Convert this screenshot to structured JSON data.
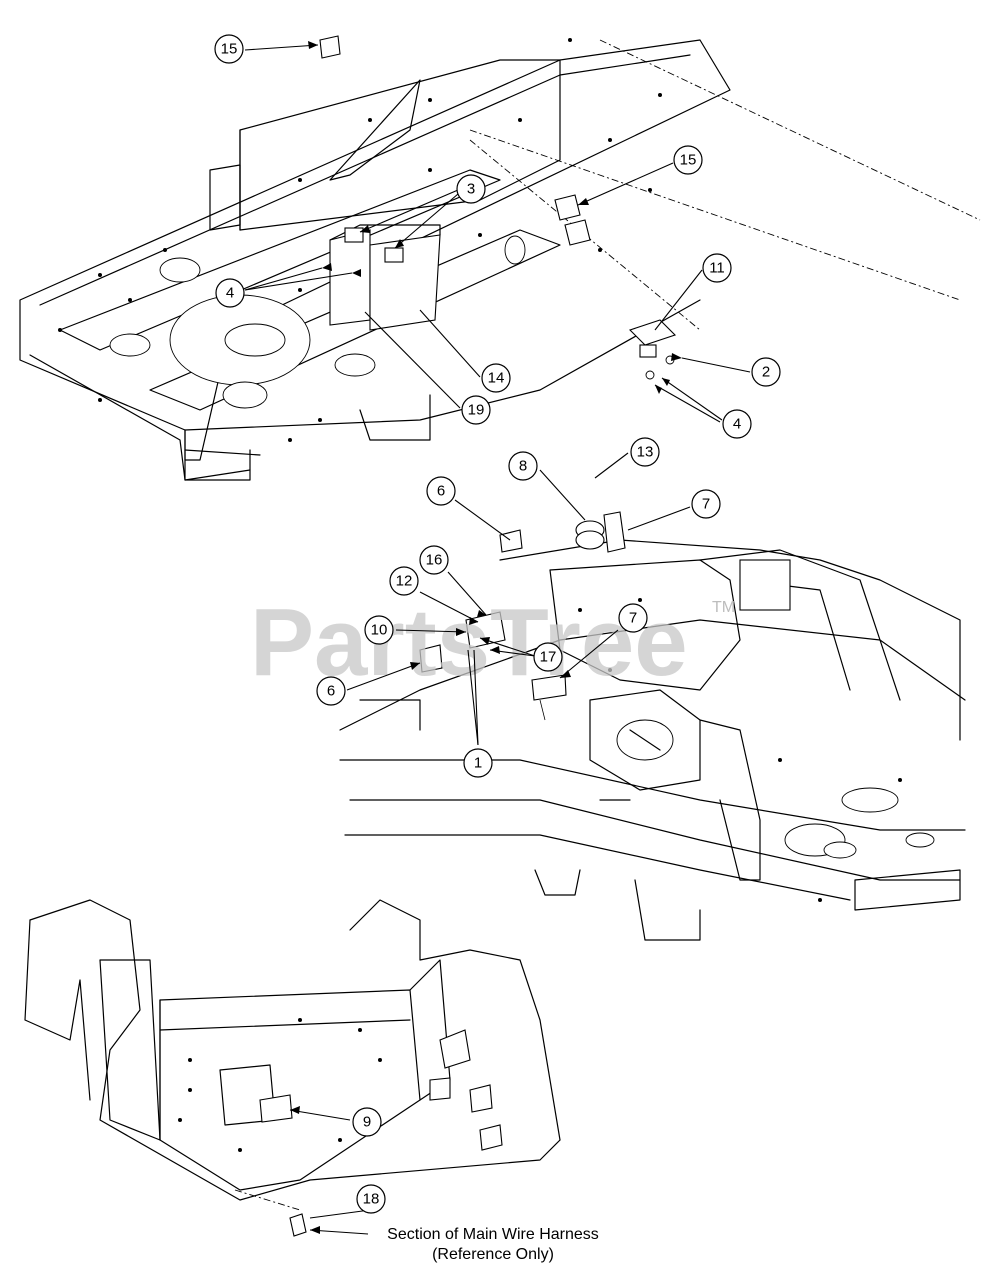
{
  "watermark": {
    "text": "PartsTree",
    "tm": "TM"
  },
  "note": {
    "line1": "Section of Main Wire Harness",
    "line2": "(Reference Only)"
  },
  "callouts": {
    "c15a": "15",
    "c15b": "15",
    "c3": "3",
    "c4a": "4",
    "c11": "11",
    "c2": "2",
    "c4b": "4",
    "c14": "14",
    "c19": "19",
    "c13": "13",
    "c8": "8",
    "c6a": "6",
    "c7a": "7",
    "c16": "16",
    "c12": "12",
    "c10": "10",
    "c7b": "7",
    "c17": "17",
    "c6b": "6",
    "c1": "1",
    "c9": "9",
    "c18": "18"
  }
}
